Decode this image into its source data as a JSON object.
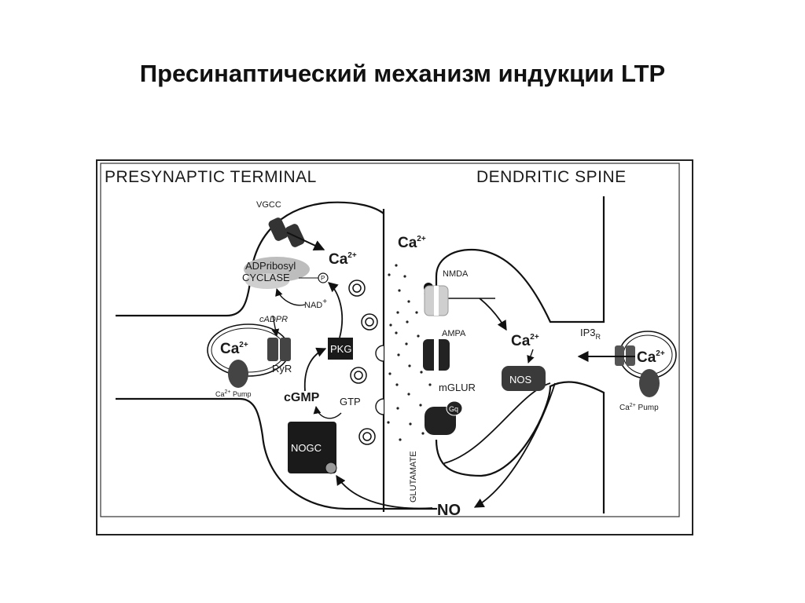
{
  "title": "Пресинаптический механизм индукции LTP",
  "diagram": {
    "headers": {
      "presynaptic": "PRESYNAPTIC TERMINAL",
      "dendritic": "DENDRITIC SPINE"
    },
    "presynaptic": {
      "vgcc": "VGCC",
      "ca_entry": "Ca",
      "ca_entry_sup": "2+",
      "adp_line1": "ADPribosyl",
      "adp_line2": "CYCLASE",
      "p_marker": "P",
      "nad": "NAD",
      "nad_sup": "+",
      "cadpr": "cADPR",
      "store_ca": "Ca",
      "store_ca_sup": "2+",
      "ryr": "RyR",
      "pump_left": "Ca",
      "pump_left_sup": "2+",
      "pump_left_tail": " Pump",
      "pkg": "PKG",
      "cgmp": "cGMP",
      "gtp": "GTP",
      "nogc": "NOGC"
    },
    "cleft": {
      "ca": "Ca",
      "ca_sup": "2+",
      "glutamate": "GLUTAMATE"
    },
    "postsynaptic": {
      "nmda": "NMDA",
      "ampa": "AMPA",
      "mglur": "mGLUR",
      "gq": "Gq",
      "ca": "Ca",
      "ca_sup": "2+",
      "nos": "NOS",
      "ip3r": "IP3",
      "ip3r_sub": "R",
      "store_ca": "Ca",
      "store_ca_sup": "2+",
      "pump": "Ca",
      "pump_sup": "2+",
      "pump_tail": " Pump",
      "no": "NO"
    }
  }
}
